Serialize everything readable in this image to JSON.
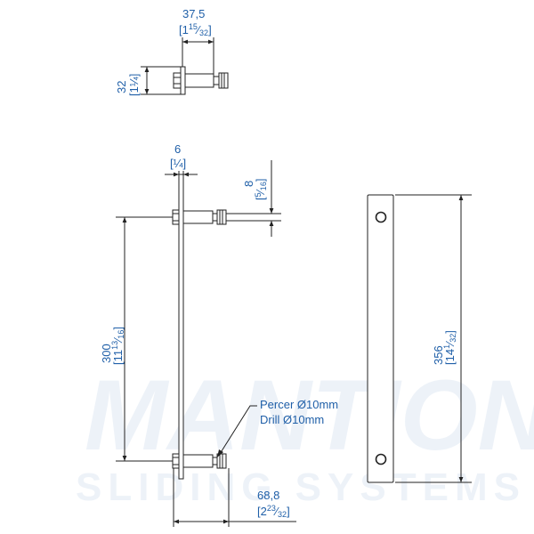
{
  "watermark": {
    "brand": "MANTION",
    "tagline": "SLIDING SYSTEMS"
  },
  "top_view": {
    "width_dim": {
      "mm": "37,5",
      "inch_whole": "1",
      "inch_num": "15",
      "inch_den": "32"
    },
    "height_dim": {
      "mm": "32",
      "inch_whole": "1",
      "inch_num": "",
      "inch_den": "",
      "inch_fraction": "¼"
    }
  },
  "side_view": {
    "thickness_dim": {
      "mm": "6",
      "inch_fraction": "¼"
    },
    "rod_dim": {
      "mm": "8",
      "inch_num": "5",
      "inch_den": "16"
    },
    "spacing_dim": {
      "mm": "300",
      "inch_whole": "11",
      "inch_num": "13",
      "inch_den": "16"
    },
    "depth_dim": {
      "mm": "68,8",
      "inch_whole": "2",
      "inch_num": "23",
      "inch_den": "32"
    },
    "note": {
      "line1": "Percer Ø10mm",
      "line2": "Drill Ø10mm"
    }
  },
  "front_view": {
    "length_dim": {
      "mm": "356",
      "inch_whole": "14",
      "inch_num": "1",
      "inch_den": "32"
    }
  }
}
